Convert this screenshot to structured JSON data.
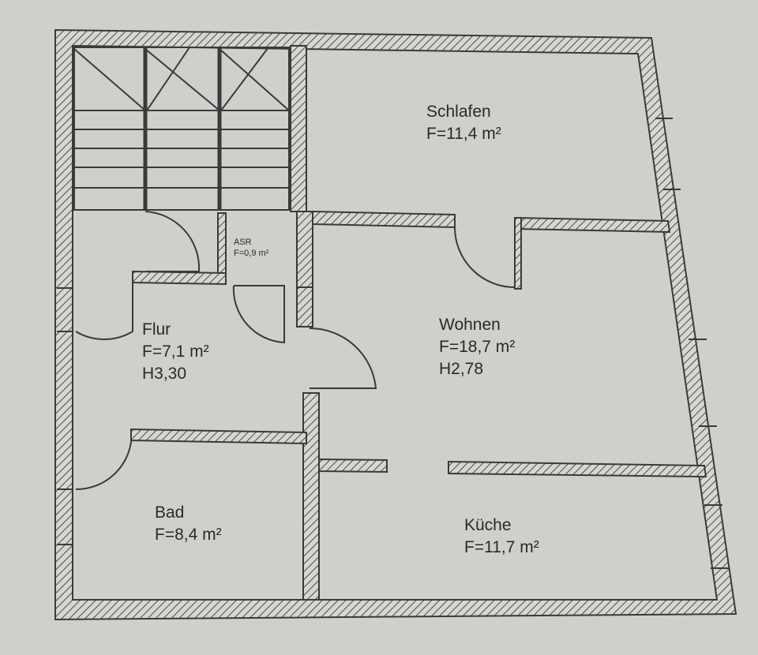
{
  "rooms": {
    "schlafen": {
      "name": "Schlafen",
      "area": "F=11,4 m²"
    },
    "asr": {
      "name": "ASR",
      "area": "F=0,9 m²"
    },
    "flur": {
      "name": "Flur",
      "area": "F=7,1 m²",
      "height": "H3,30"
    },
    "wohnen": {
      "name": "Wohnen",
      "area": "F=18,7 m²",
      "height": "H2,78"
    },
    "bad": {
      "name": "Bad",
      "area": "F=8,4 m²"
    },
    "kueche": {
      "name": "Küche",
      "area": "F=11,7 m²"
    }
  },
  "colors": {
    "background": "#cfcfcc",
    "wall_line": "#3a3a3a",
    "hatch": "#4a4a4a",
    "text": "#2a2a2a"
  }
}
